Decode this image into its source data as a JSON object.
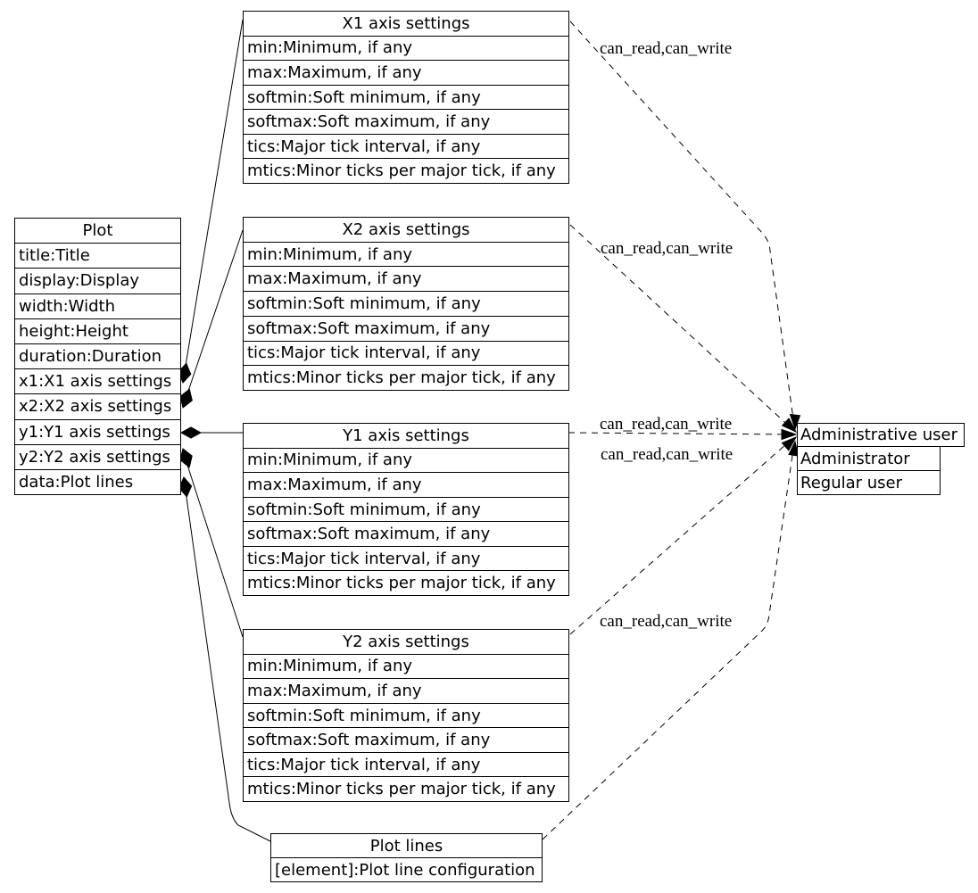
{
  "diagram": {
    "nodes": {
      "plot": {
        "title": "Plot",
        "rows": [
          "title:Title",
          "display:Display",
          "width:Width",
          "height:Height",
          "duration:Duration",
          "x1:X1 axis settings",
          "x2:X2 axis settings",
          "y1:Y1 axis settings",
          "y2:Y2 axis settings",
          "data:Plot lines"
        ]
      },
      "x1": {
        "title": "X1 axis settings",
        "rows": [
          "min:Minimum, if any",
          "max:Maximum, if any",
          "softmin:Soft minimum, if any",
          "softmax:Soft maximum, if any",
          "tics:Major tick interval, if any",
          "mtics:Minor ticks per major tick, if any"
        ]
      },
      "x2": {
        "title": "X2 axis settings",
        "rows": [
          "min:Minimum, if any",
          "max:Maximum, if any",
          "softmin:Soft minimum, if any",
          "softmax:Soft maximum, if any",
          "tics:Major tick interval, if any",
          "mtics:Minor ticks per major tick, if any"
        ]
      },
      "y1": {
        "title": "Y1 axis settings",
        "rows": [
          "min:Minimum, if any",
          "max:Maximum, if any",
          "softmin:Soft minimum, if any",
          "softmax:Soft maximum, if any",
          "tics:Major tick interval, if any",
          "mtics:Minor ticks per major tick, if any"
        ]
      },
      "y2": {
        "title": "Y2 axis settings",
        "rows": [
          "min:Minimum, if any",
          "max:Maximum, if any",
          "softmin:Soft minimum, if any",
          "softmax:Soft maximum, if any",
          "tics:Major tick interval, if any",
          "mtics:Minor ticks per major tick, if any"
        ]
      },
      "plot_lines": {
        "title": "Plot lines",
        "rows": [
          "[element]:Plot line configuration"
        ]
      },
      "admin_user": {
        "title": "Administrative user",
        "rows": [
          "Administrator",
          "Regular user"
        ]
      }
    },
    "edge_labels": {
      "x1": "can_read,can_write",
      "x2": "can_read,can_write",
      "y1": "can_read,can_write",
      "y2": "can_read,can_write",
      "plot_lines": "can_read,can_write"
    },
    "colors": {
      "stroke": "#000000",
      "background": "#ffffff"
    }
  }
}
